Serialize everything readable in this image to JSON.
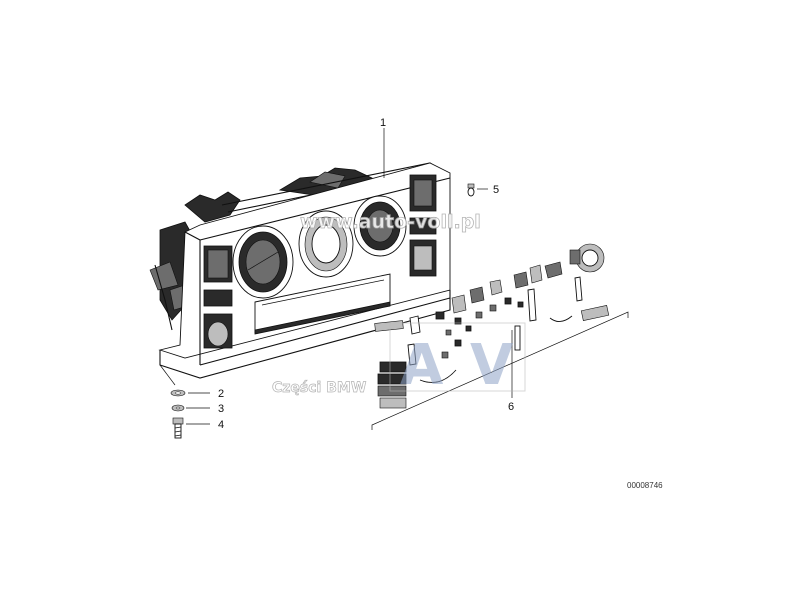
{
  "callouts": {
    "c1": "1",
    "c2": "2",
    "c3": "3",
    "c4": "4",
    "c5": "5",
    "c6": "6"
  },
  "watermarks": {
    "site": "www.auto-voll.pl",
    "parts": "Części BMW",
    "logo_a": "A",
    "logo_v": "V"
  },
  "diagram_number": "00008746",
  "colors": {
    "line": "#111111",
    "watermark_gray": "#b8b8b8",
    "logo_blue": "#8fa4c8"
  }
}
